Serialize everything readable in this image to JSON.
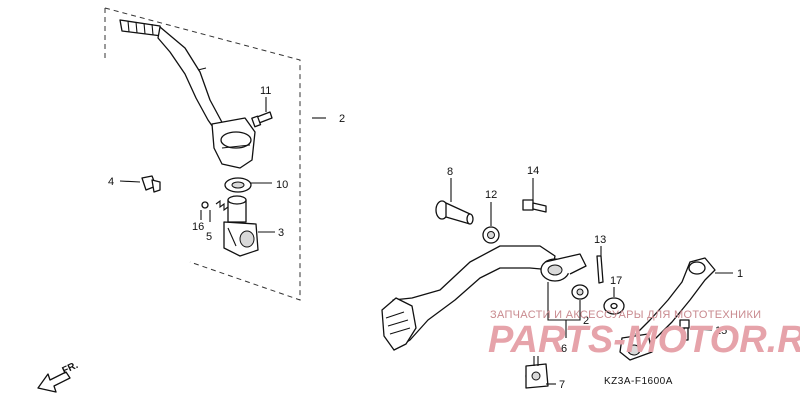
{
  "callouts": {
    "c1": "1",
    "c2": "2",
    "c3": "3",
    "c4": "4",
    "c5": "5",
    "c6": "6",
    "c7": "7",
    "c8": "8",
    "c10": "10",
    "c11": "11",
    "c12": "12",
    "c13": "13",
    "c14": "14",
    "c15": "15",
    "c16": "16",
    "c17": "17",
    "c2b": "2"
  },
  "watermark": {
    "line1": "ЗАПЧАСТИ И АКСЕССУАРЫ ДЛЯ МОТОТЕХНИКИ",
    "line2": "PARTS-MOTOR.RU"
  },
  "diagram_code": "KZ3A-F1600A",
  "direction_label": "FR.",
  "colors": {
    "line": "#111111",
    "watermark": "#e6a3aa",
    "background": "#ffffff"
  }
}
